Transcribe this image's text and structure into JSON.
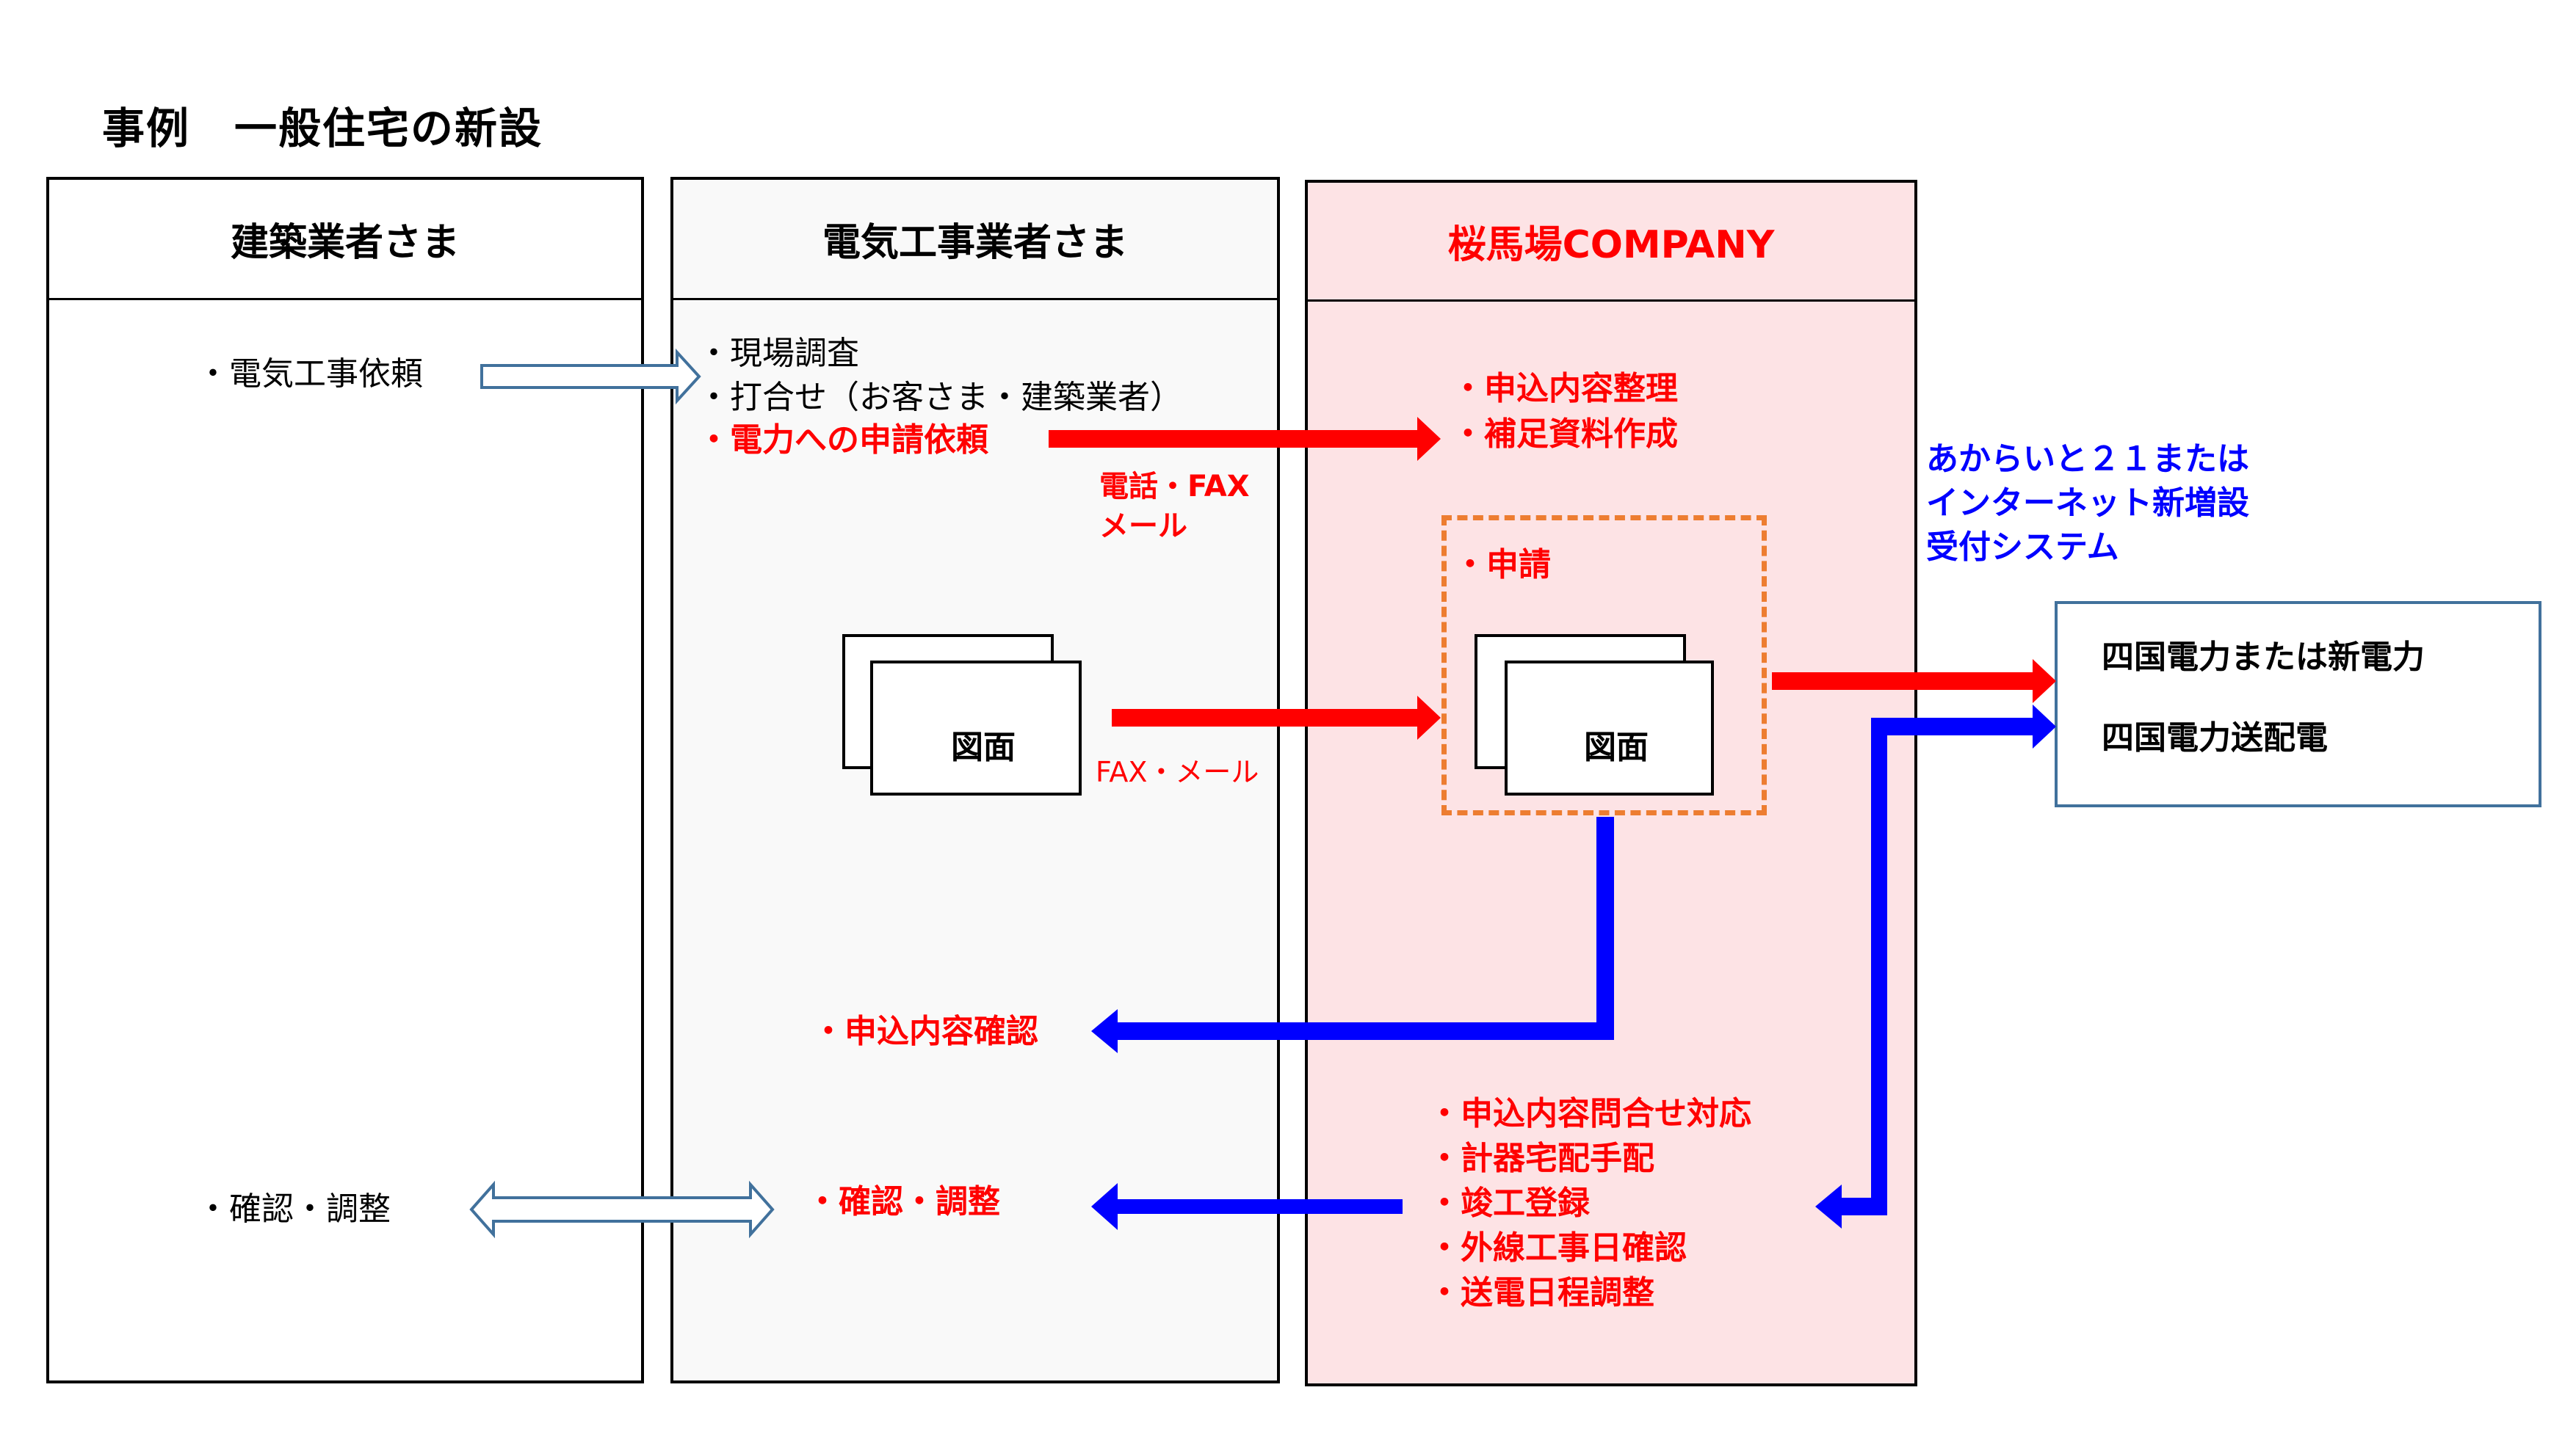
{
  "title": "事例　一般住宅の新設",
  "columns": [
    {
      "header": "建築業者さま"
    },
    {
      "header": "電気工事業者さま"
    },
    {
      "header": "桜馬場COMPANY"
    }
  ],
  "builder": {
    "request": "・電気工事依頼",
    "confirm": "・確認・調整"
  },
  "electrician": {
    "tasks": [
      "・現場調査",
      "・打合せ（お客さま・建築業者）",
      "・電力への申請依頼"
    ],
    "contact_methods": [
      "電話・FAX",
      "メール"
    ],
    "drawing_label": "図面",
    "drawing_send_method": "FAX・メール",
    "content_confirm": "・申込内容確認",
    "confirm_adjust": "・確認・調整"
  },
  "company": {
    "tasks": [
      "・申込内容整理",
      "・補足資料作成"
    ],
    "application": "・申請",
    "drawing_label": "図面",
    "followups": [
      "・申込内容問合せ対応",
      "・計器宅配手配",
      "・竣工登録",
      "・外線工事日確認",
      "・送電日程調整"
    ]
  },
  "system_note": [
    "あからいと２１または",
    "インターネット新増設",
    "受付システム"
  ],
  "utility": {
    "lines": [
      "四国電力または新電力",
      "四国電力送配電"
    ]
  },
  "colors": {
    "red": "#ff0000",
    "blue": "#0000ff",
    "orange_dash": "#ed7d31",
    "outline_arrow": "#41719c",
    "company_bg": "#fde3e5",
    "electrician_bg": "#f9f9f9"
  }
}
